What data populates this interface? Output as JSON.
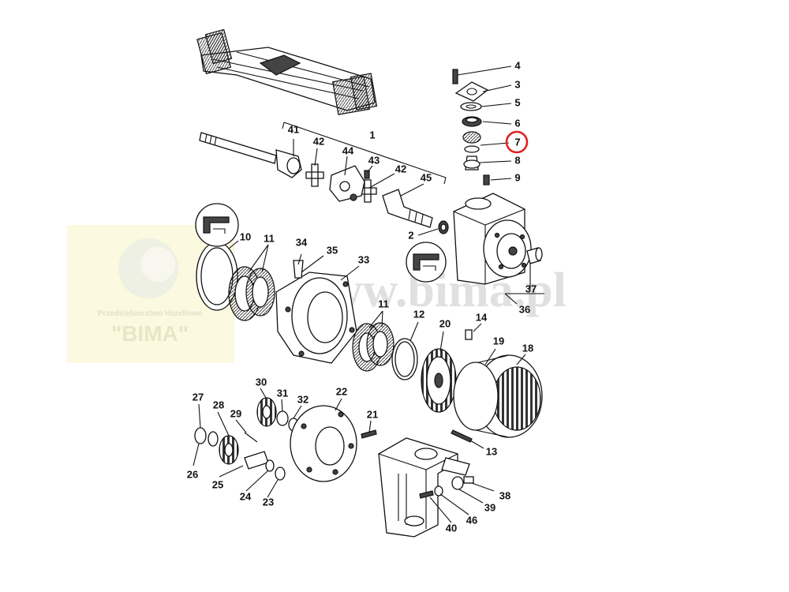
{
  "watermark": {
    "url": "www.bima.pl",
    "company": "Przedsiębiorstwo Handlowe",
    "brand": "\"BIMA\""
  },
  "highlight": {
    "color": "#e02020",
    "part": "7"
  },
  "callouts": {
    "c1": "1",
    "c2": "2",
    "c3": "3",
    "c4": "4",
    "c5": "5",
    "c6": "6",
    "c7": "7",
    "c8": "8",
    "c9": "9",
    "c10": "10",
    "c11a": "11",
    "c11b": "11",
    "c12": "12",
    "c13": "13",
    "c14": "14",
    "c18": "18",
    "c19": "19",
    "c20": "20",
    "c21": "21",
    "c22": "22",
    "c23": "23",
    "c24": "24",
    "c25": "25",
    "c26": "26",
    "c27": "27",
    "c28": "28",
    "c29": "29",
    "c30": "30",
    "c31": "31",
    "c32": "32",
    "c33": "33",
    "c34": "34",
    "c35": "35",
    "c36": "36",
    "c37": "37",
    "c38": "38",
    "c39": "39",
    "c40": "40",
    "c41": "41",
    "c42a": "42",
    "c42b": "42",
    "c43": "43",
    "c44": "44",
    "c45": "45",
    "c46": "46"
  }
}
